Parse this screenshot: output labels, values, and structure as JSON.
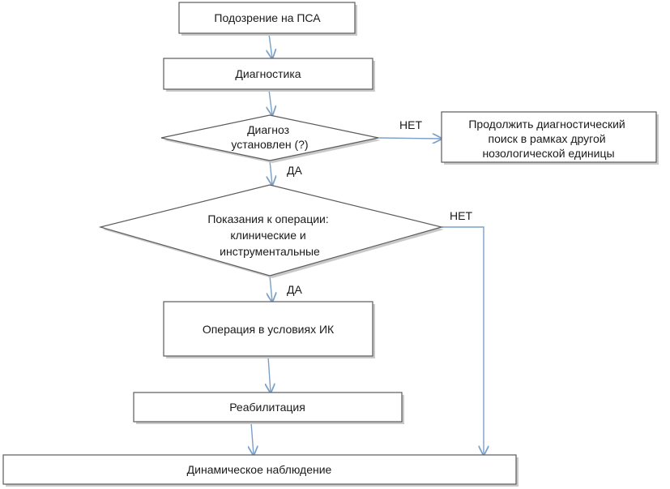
{
  "flowchart": {
    "nodes": {
      "suspicion": {
        "lines": [
          "Подозрение  на ПСА"
        ]
      },
      "diagnostics": {
        "lines": [
          "Диагностика"
        ]
      },
      "diagnosis_decision": {
        "lines": [
          "Диагноз",
          "установлен (?)"
        ]
      },
      "continue_search": {
        "lines": [
          "Продолжить  диагностический",
          "поиск в рамках  другой",
          "нозологической  единицы"
        ]
      },
      "indications_decision": {
        "lines": [
          "Показания  к операции:",
          "клинические  и",
          "инструментальные"
        ]
      },
      "operation": {
        "lines": [
          "Операция  в условиях  ИК"
        ]
      },
      "rehabilitation": {
        "lines": [
          "Реабилитация"
        ]
      },
      "observation": {
        "lines": [
          "Динамическое  наблюдение"
        ]
      }
    },
    "edge_labels": {
      "diag_no": "НЕТ",
      "diag_yes": "ДА",
      "ind_no": "НЕТ",
      "ind_yes": "ДА"
    }
  }
}
